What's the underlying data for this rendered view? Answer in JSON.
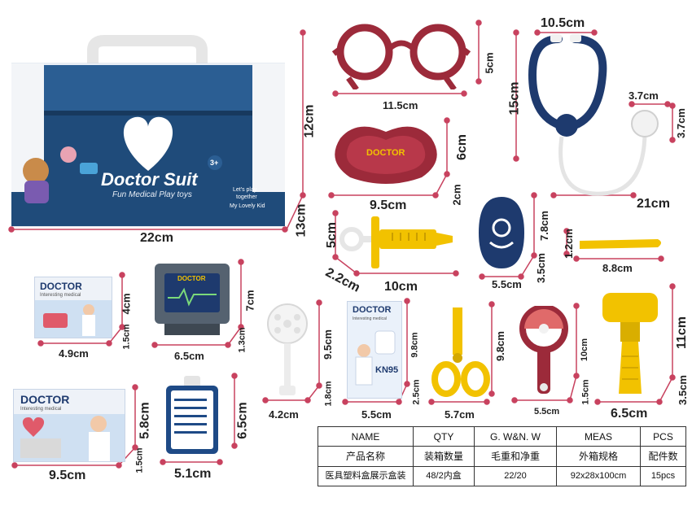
{
  "box": {
    "title": "Doctor Suit",
    "subtitle": "Fun Medical Play toys",
    "badge": "3+",
    "slogan_line1": "Let's play",
    "slogan_line2": "together",
    "slogan_line3": "My Lovely Kid",
    "width_label": "22cm",
    "height_label": "12cm",
    "depth_label": "13cm"
  },
  "items": {
    "glasses": {
      "width": "11.5cm",
      "height": "5cm"
    },
    "stethoscope": {
      "width": "10.5cm",
      "height": "15cm",
      "chest_w": "3.7cm",
      "chest_h": "3.7cm",
      "length": "21cm"
    },
    "tray": {
      "brand": "DOCTOR",
      "width": "9.5cm",
      "height": "6cm",
      "depth": "2cm"
    },
    "syringe": {
      "width": "10cm",
      "height": "5cm",
      "depth": "2.2cm"
    },
    "otoscope_pad": {
      "width": "5.5cm",
      "height": "7.8cm",
      "depth": "3.5cm"
    },
    "tongue_depressor": {
      "width": "8.8cm",
      "height": "1.2cm"
    },
    "card_small": {
      "title": "DOCTOR",
      "sub": "Interesting medical",
      "width": "4.9cm",
      "height": "4cm",
      "depth": "1.5cm"
    },
    "monitor": {
      "brand": "DOCTOR",
      "width": "6.5cm",
      "height": "7cm",
      "depth": "1.3cm"
    },
    "head_mirror": {
      "width": "4.2cm",
      "height": "9.5cm",
      "depth": "1.8cm"
    },
    "mask_pack": {
      "title": "DOCTOR",
      "sub": "Interesting medical",
      "product": "KN95",
      "width": "5.5cm",
      "height": "9.8cm",
      "depth": "2.5cm"
    },
    "scissors": {
      "width": "5.7cm",
      "height": "9.8cm"
    },
    "thermometer": {
      "width": "5.5cm",
      "height": "10cm",
      "depth": "1.5cm"
    },
    "hammer": {
      "width": "6.5cm",
      "height": "11cm",
      "depth": "3.5cm"
    },
    "card_large": {
      "title": "DOCTOR",
      "sub": "Interesting medical",
      "width": "9.5cm",
      "height": "5.8cm",
      "depth": "1.5cm"
    },
    "badge": {
      "width": "5.1cm",
      "height": "6.5cm"
    }
  },
  "spec_table": {
    "headers_en": [
      "NAME",
      "QTY",
      "G. W&N. W",
      "MEAS",
      "PCS"
    ],
    "headers_cn": [
      "产品名称",
      "装箱数量",
      "毛重和净重",
      "外箱规格",
      "配件数"
    ],
    "values": [
      "医具塑料盒展示盒装",
      "48/2内盒",
      "22/20",
      "92x28x100cm",
      "15pcs"
    ]
  },
  "colors": {
    "dimension_line": "#c8425f",
    "box_blue": "#1f4b7a",
    "dark_red": "#9c2a3a",
    "yellow": "#f2c200",
    "navy": "#1e3a6e"
  }
}
